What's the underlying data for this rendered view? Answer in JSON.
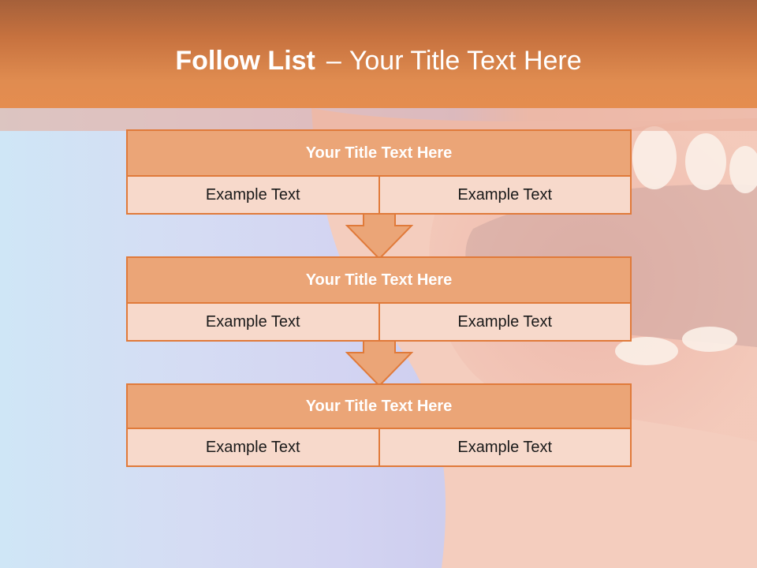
{
  "slide": {
    "title_bold": "Follow List",
    "title_rest": "Your Title Text Here"
  },
  "blocks": [
    {
      "title": "Your Title Text Here",
      "left": "Example Text",
      "right": "Example Text"
    },
    {
      "title": "Your Title Text Here",
      "left": "Example Text",
      "right": "Example Text"
    },
    {
      "title": "Your Title Text Here",
      "left": "Example Text",
      "right": "Example Text"
    }
  ],
  "colors": {
    "accent": "#e07a3a",
    "header_fill": "#eba577",
    "cell_fill": "#f7d9cb",
    "title_bar": "#e58d4f"
  }
}
